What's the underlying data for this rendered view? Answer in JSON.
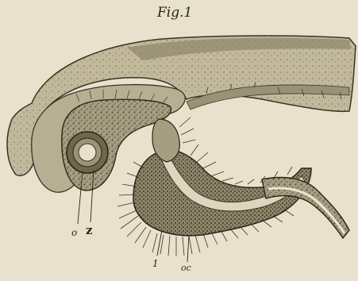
{
  "figure": {
    "title": "Fig.1",
    "labels": {
      "o": "o",
      "z": "z",
      "one": "1",
      "oc": "oc"
    }
  },
  "colors": {
    "paper": "#e8e1cb",
    "ink": "#2b2417",
    "shade_dark": "#8a8066",
    "shade_mid": "#b3aa8f",
    "shade_light": "#cfc6ab"
  }
}
